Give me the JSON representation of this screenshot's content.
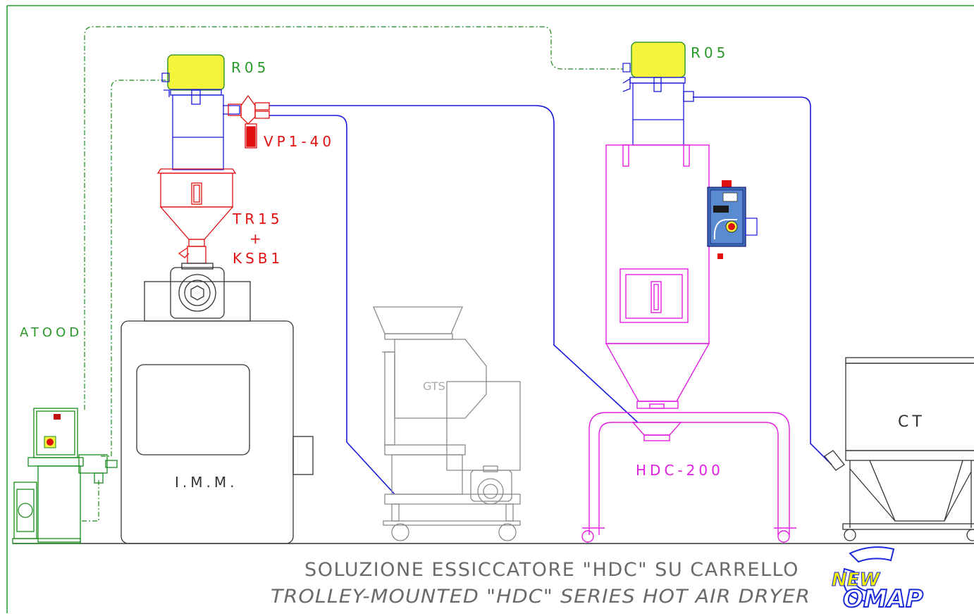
{
  "labels": {
    "r05_left": "R05",
    "r05_right": "R05",
    "vp": "VP1-40",
    "tr15": "TR15",
    "plus": "+",
    "ksb1": "KSB1",
    "atood": "ATOOD",
    "imm": "I.M.M.",
    "gts": "GTS",
    "hdc": "HDC-200",
    "ct": "CT"
  },
  "caption": {
    "italian": "SOLUZIONE ESSICCATORE \"HDC\" SU CARRELLO",
    "english": "TROLLEY-MOUNTED \"HDC\" SERIES HOT AIR DRYER"
  },
  "logo": {
    "top": "NEW",
    "bottom": "OMAP"
  },
  "colors": {
    "frame": "#2a9a2a",
    "signal_line": "#1a8a1a",
    "vacuum_line": "#1a1ad8",
    "receiver_fill": "#f4f43a",
    "funnel": "#e01010",
    "dryer": "#e020e0",
    "machine": "#333333",
    "granulator": "#8a8a8a",
    "caption": "#6a6a6a",
    "logo_blue": "#1a2ad8",
    "logo_yellow": "#f0f000"
  },
  "icons": [
    "power-switch-icon",
    "control-panel-icon",
    "motor-icon",
    "wheel-icon"
  ]
}
